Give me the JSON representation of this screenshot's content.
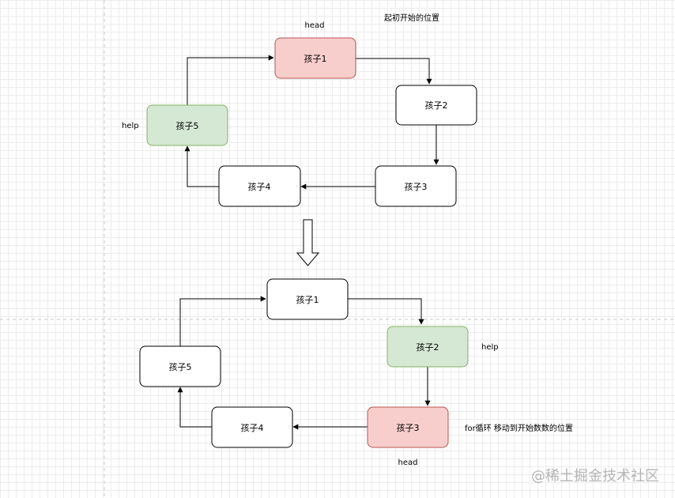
{
  "top": {
    "title_note": "起初开始的位置",
    "head_label": "head",
    "help_label": "help",
    "nodes": [
      "孩子1",
      "孩子2",
      "孩子3",
      "孩子4",
      "孩子5"
    ]
  },
  "bottom": {
    "head_label": "head",
    "help_label": "help",
    "note": "for循环 移动到开始数数的位置",
    "nodes": [
      "孩子1",
      "孩子2",
      "孩子3",
      "孩子4",
      "孩子5"
    ]
  },
  "colors": {
    "head_fill": "#f8cecc",
    "head_stroke": "#b85450",
    "help_fill": "#d5e8d4",
    "help_stroke": "#82b366",
    "plain_fill": "#ffffff",
    "plain_stroke": "#000000"
  },
  "watermark": "@稀土掘金技术社区"
}
